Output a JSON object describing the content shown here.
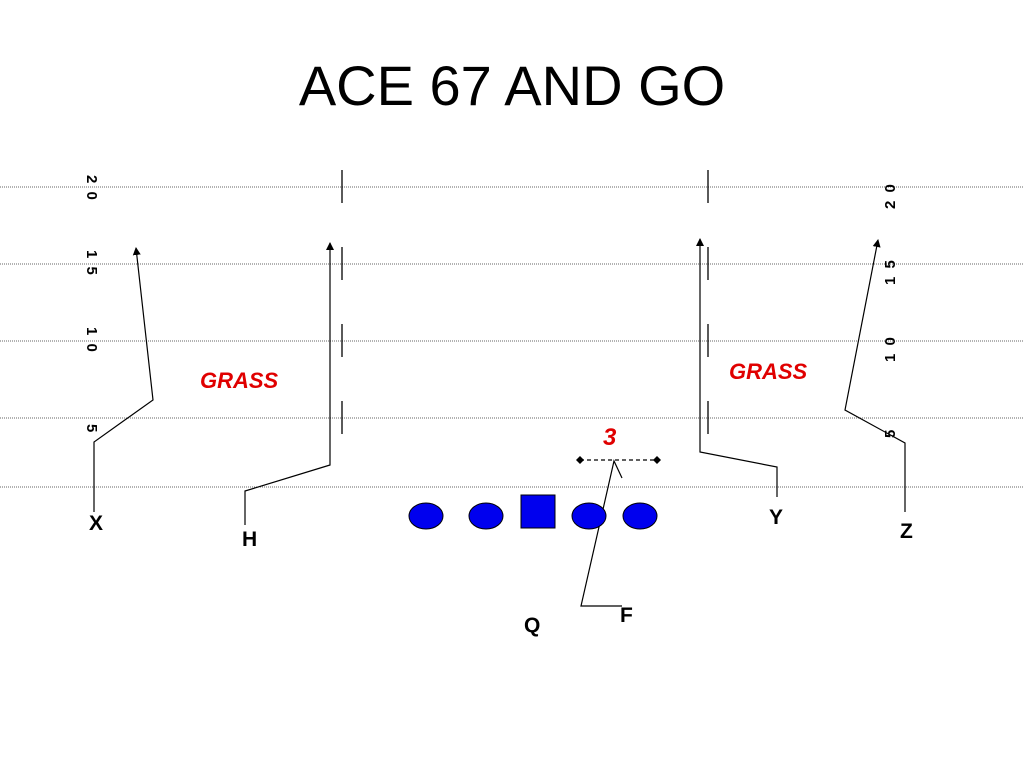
{
  "title": "ACE 67 AND GO",
  "yard_numbers": {
    "twenty": "2 0",
    "fifteen": "1 5",
    "ten": "1 0",
    "five": "5"
  },
  "players": {
    "x": "X",
    "h": "H",
    "y": "Y",
    "z": "Z",
    "q": "Q",
    "f": "F"
  },
  "annotations": {
    "grass_left": "GRASS",
    "grass_right": "GRASS",
    "number": "3"
  },
  "colors": {
    "lineman": "#0000ee",
    "annotation": "#e00000",
    "line": "#000000"
  }
}
